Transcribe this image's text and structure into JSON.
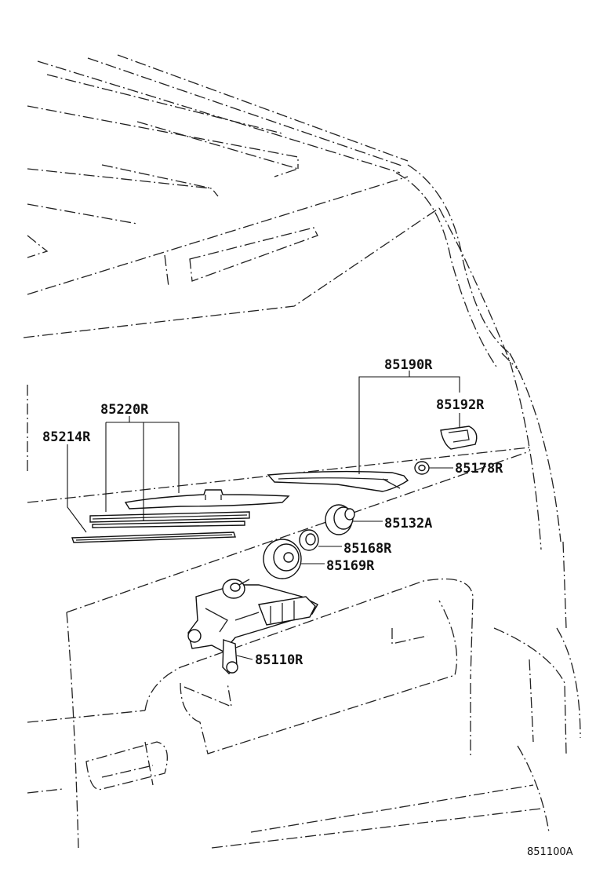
{
  "diagram": {
    "labels": {
      "p85190R": "85190R",
      "p85192R": "85192R",
      "p85178R": "85178R",
      "p85220R": "85220R",
      "p85214R": "85214R",
      "p85132A": "85132A",
      "p85168R": "85168R",
      "p85169R": "85169R",
      "p85110R": "85110R"
    },
    "figure_code": "851100A"
  }
}
